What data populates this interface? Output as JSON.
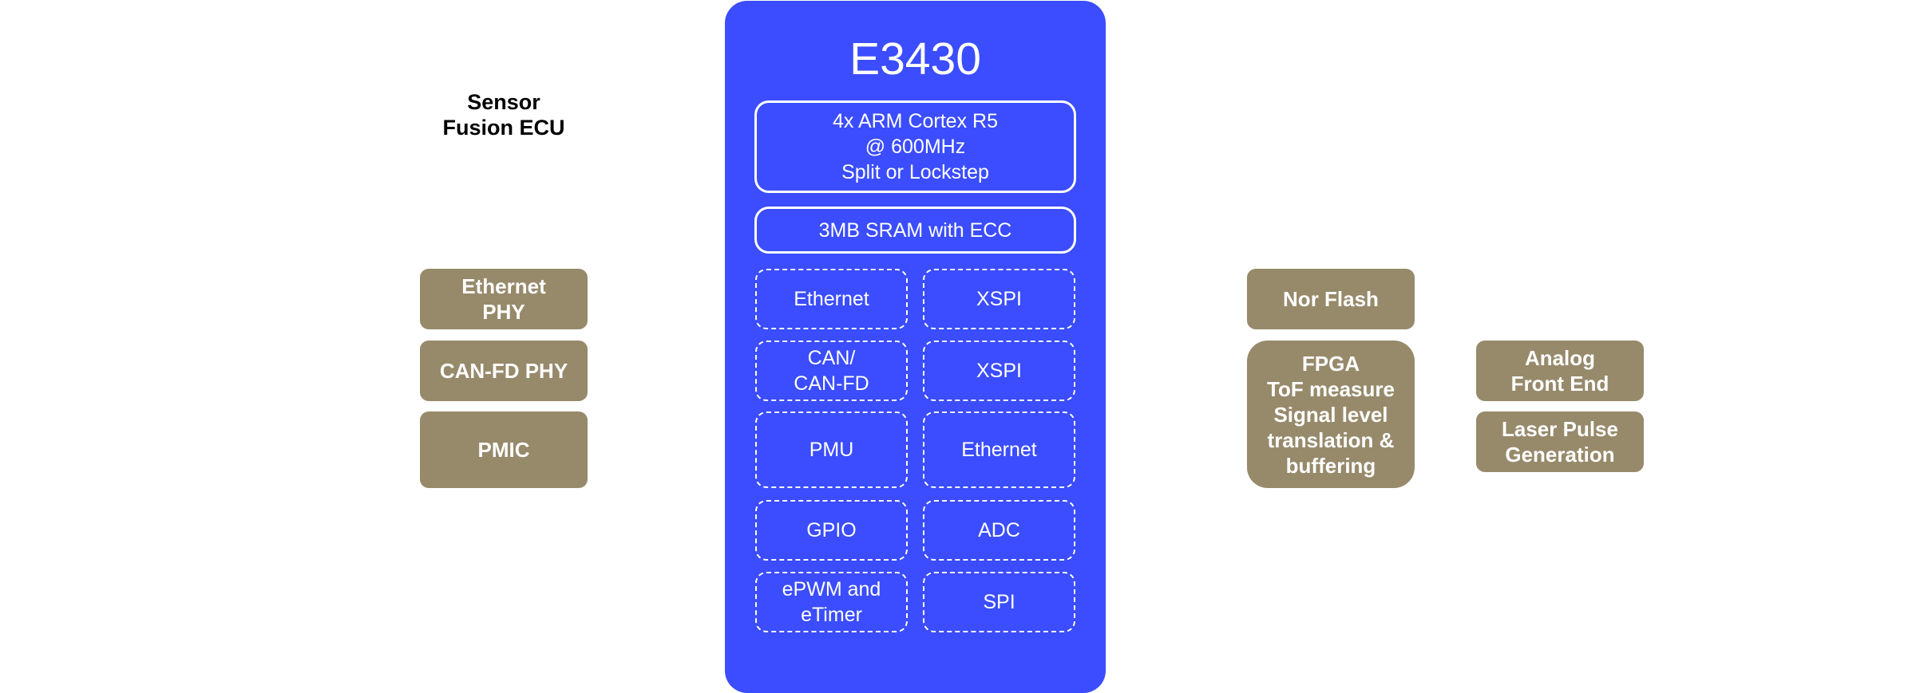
{
  "colors": {
    "soc_blue": "#3b4dfe",
    "external_block": "#978a6b",
    "text_on_block": "#ffffff",
    "heading_text": "#000000"
  },
  "system_label": "Sensor\nFusion ECU",
  "soc": {
    "title": "E3430",
    "cpu": "4x ARM Cortex R5\n@ 600MHz\nSplit or Lockstep",
    "memory": "3MB SRAM with ECC",
    "peripherals": [
      {
        "label": "Ethernet"
      },
      {
        "label": "XSPI"
      },
      {
        "label": "CAN/\nCAN-FD"
      },
      {
        "label": "XSPI"
      },
      {
        "label": "PMU"
      },
      {
        "label": "Ethernet"
      },
      {
        "label": "GPIO"
      },
      {
        "label": "ADC"
      },
      {
        "label": "ePWM and\neTimer"
      },
      {
        "label": "SPI"
      }
    ]
  },
  "left_components": [
    {
      "label": "Ethernet\nPHY"
    },
    {
      "label": "CAN-FD PHY"
    },
    {
      "label": "PMIC"
    }
  ],
  "right_components": [
    {
      "label": "Nor Flash"
    },
    {
      "label": "FPGA\nToF measure\nSignal level\ntranslation &\nbuffering"
    }
  ],
  "far_right_components": [
    {
      "label": "Analog\nFront End"
    },
    {
      "label": "Laser Pulse\nGeneration"
    }
  ]
}
